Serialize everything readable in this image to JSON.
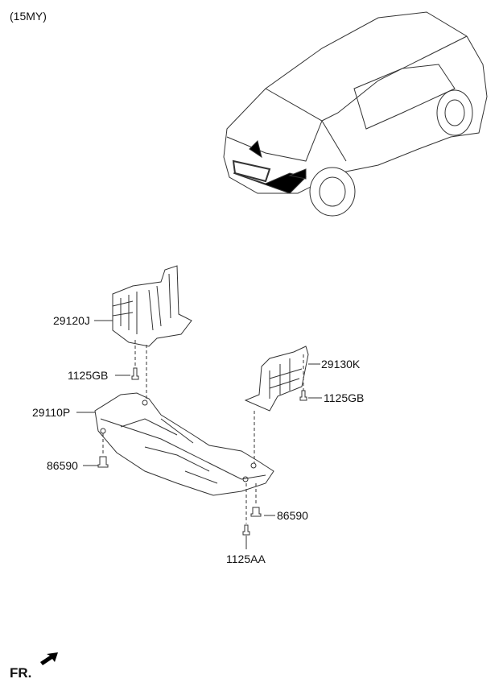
{
  "model_year": "(15MY)",
  "parts": {
    "front_left_cover": "29120J",
    "bolt_upper_left": "1125GB",
    "under_cover": "29110P",
    "clip_left": "86590",
    "right_cover": "29130K",
    "bolt_right": "1125GB",
    "clip_right": "86590",
    "bolt_bottom": "1125AA"
  },
  "direction_label": "FR."
}
